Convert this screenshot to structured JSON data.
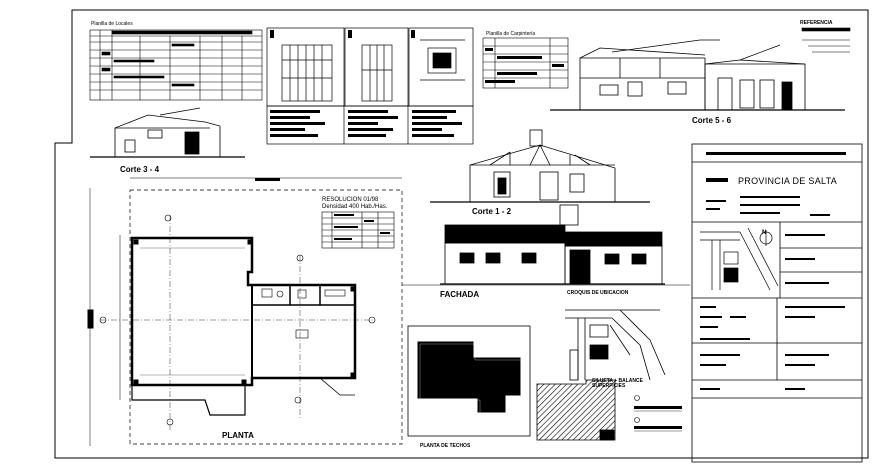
{
  "labels": {
    "lighting_schedule": "Planilla de Locales",
    "carpentry_schedule": "Planilla de Carpintería",
    "legend": "REFERENCIA",
    "section_5_6": "Corte 5 - 6",
    "section_3_4": "Corte 3 - 4",
    "section_1_2": "Corte 1 - 2",
    "resolution": "RESOLUCION 01/98",
    "density": "Densidad 400 Hab./Has.",
    "facade": "FACHADA",
    "location_sketch": "CROQUIS DE UBICACION",
    "floor_plan": "PLANTA",
    "roof_plan": "PLANTA DE TECHOS",
    "province": "PROVINCIA DE SALTA",
    "drainage": "SILUETA + BALANCE SUPERFICIES",
    "north": "N"
  },
  "colors": {
    "ink": "#000000",
    "paper": "#ffffff"
  }
}
